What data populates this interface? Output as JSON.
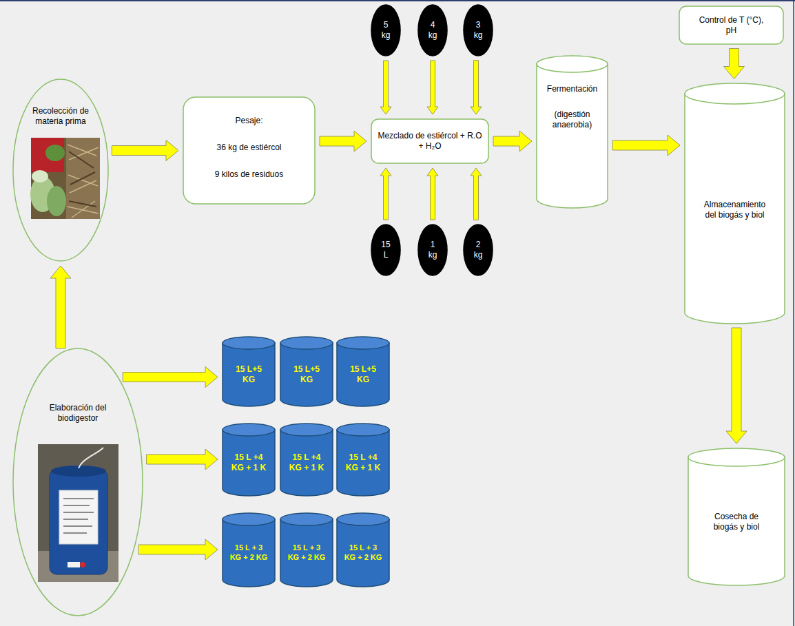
{
  "diagram": {
    "nodes": [
      {
        "text": [
          "Recolección de materia prima"
        ]
      },
      {
        "text": [
          "Pesaje:",
          "36 kg de estiércol",
          "9 kilos de residuos"
        ]
      },
      {
        "text": [
          "5 kg"
        ]
      },
      {
        "text": [
          "4 kg"
        ]
      },
      {
        "text": [
          "3 kg"
        ]
      },
      {
        "text": [
          "Mezclado de estiércol + R.O + H₂O"
        ]
      },
      {
        "text": [
          "15 L"
        ]
      },
      {
        "text": [
          "1 kg"
        ]
      },
      {
        "text": [
          "2 kg"
        ]
      },
      {
        "text": [
          "Fermentación",
          "(digestión anaerobia)"
        ]
      },
      {
        "text": [
          "Control de T (°C), pH"
        ]
      },
      {
        "text": [
          "Almacenamiento del biogás y biol"
        ]
      },
      {
        "text": [
          "Cosecha de biogás y biol"
        ]
      },
      {
        "text": [
          "Elaboración del biodigestor"
        ]
      },
      {
        "text": [
          "15 L+5 KG"
        ]
      },
      {
        "text": [
          "15 L+5 KG"
        ]
      },
      {
        "text": [
          "15 L+5 KG"
        ]
      },
      {
        "text": [
          "15 L +4 KG + 1 K"
        ]
      },
      {
        "text": [
          "15 L +4 KG + 1 K"
        ]
      },
      {
        "text": [
          "15 L +4 KG + 1 K"
        ]
      },
      {
        "text": [
          "15 L + 3 KG + 2 KG"
        ]
      },
      {
        "text": [
          "15 L + 3 KG + 2 KG"
        ]
      },
      {
        "text": [
          "15 L + 3 KG + 2 KG"
        ]
      }
    ],
    "edges": [
      {
        "from": 0,
        "to": 1,
        "arrow": "to"
      },
      {
        "from": 1,
        "to": 5,
        "arrow": "to"
      },
      {
        "from": 2,
        "to": 5,
        "arrow": "to"
      },
      {
        "from": 3,
        "to": 5,
        "arrow": "to"
      },
      {
        "from": 4,
        "to": 5,
        "arrow": "to"
      },
      {
        "from": 6,
        "to": 5,
        "arrow": "to"
      },
      {
        "from": 7,
        "to": 5,
        "arrow": "to"
      },
      {
        "from": 8,
        "to": 5,
        "arrow": "to"
      },
      {
        "from": 5,
        "to": 9,
        "arrow": "to"
      },
      {
        "from": 9,
        "to": 11,
        "arrow": "to"
      },
      {
        "from": 10,
        "to": 11,
        "arrow": "to"
      },
      {
        "from": 11,
        "to": 12,
        "arrow": "to"
      },
      {
        "from": 13,
        "to": 0,
        "arrow": "to"
      },
      {
        "from": 13,
        "to": 14,
        "arrow": "to"
      },
      {
        "from": 13,
        "to": 17,
        "arrow": "to"
      },
      {
        "from": 13,
        "to": 20,
        "arrow": "to"
      }
    ]
  }
}
